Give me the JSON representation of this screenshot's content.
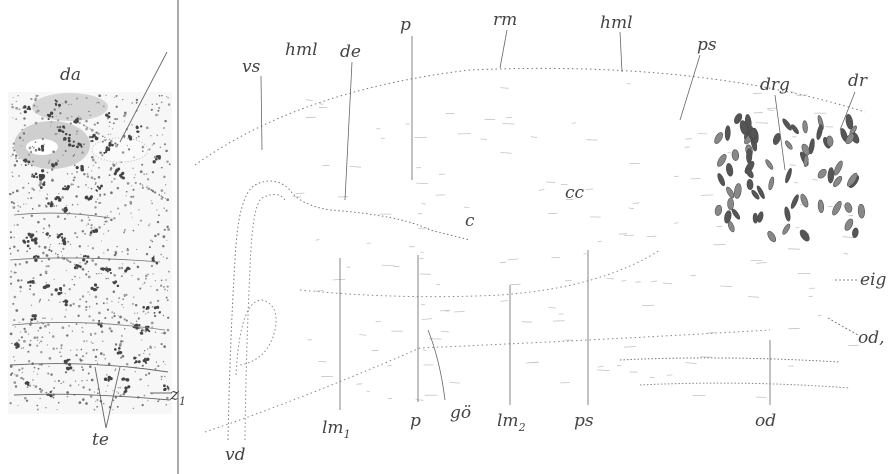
{
  "figure": {
    "left_panel_labels": {
      "da": "da",
      "te": "te",
      "z1": "z",
      "z1_sub": "1"
    },
    "right_panel_labels": {
      "vs": "vs",
      "hml_left": "hml",
      "de": "de",
      "p_top": "p",
      "rm": "rm",
      "hml_right": "hml",
      "ps_top": "ps",
      "drg": "drg",
      "dr": "dr",
      "cc": "cc",
      "c": "c",
      "eig": "eig",
      "od_comma": "od,",
      "vd": "vd",
      "lm1": "lm",
      "lm1_sub": "1",
      "p_bottom": "p",
      "go": "gö",
      "lm2": "lm",
      "lm2_sub": "2",
      "ps_bottom": "ps",
      "od": "od"
    }
  }
}
